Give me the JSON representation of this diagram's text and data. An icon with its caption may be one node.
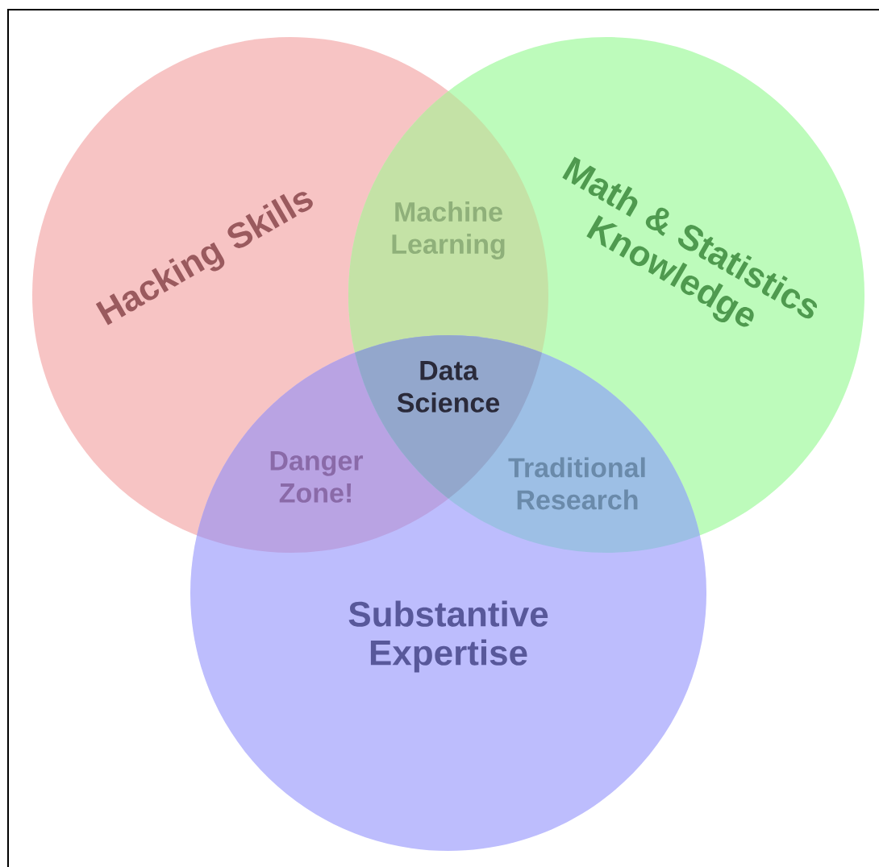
{
  "diagram": {
    "nodes": [
      {
        "text": [
          "Hacking Skills"
        ]
      },
      {
        "text": [
          "Math & Statistics Knowledge"
        ]
      },
      {
        "text": [
          "Substantive Expertise"
        ]
      }
    ],
    "labels": [
      "Machine Learning",
      "Data Science",
      "Danger Zone!",
      "Traditional Research"
    ]
  }
}
